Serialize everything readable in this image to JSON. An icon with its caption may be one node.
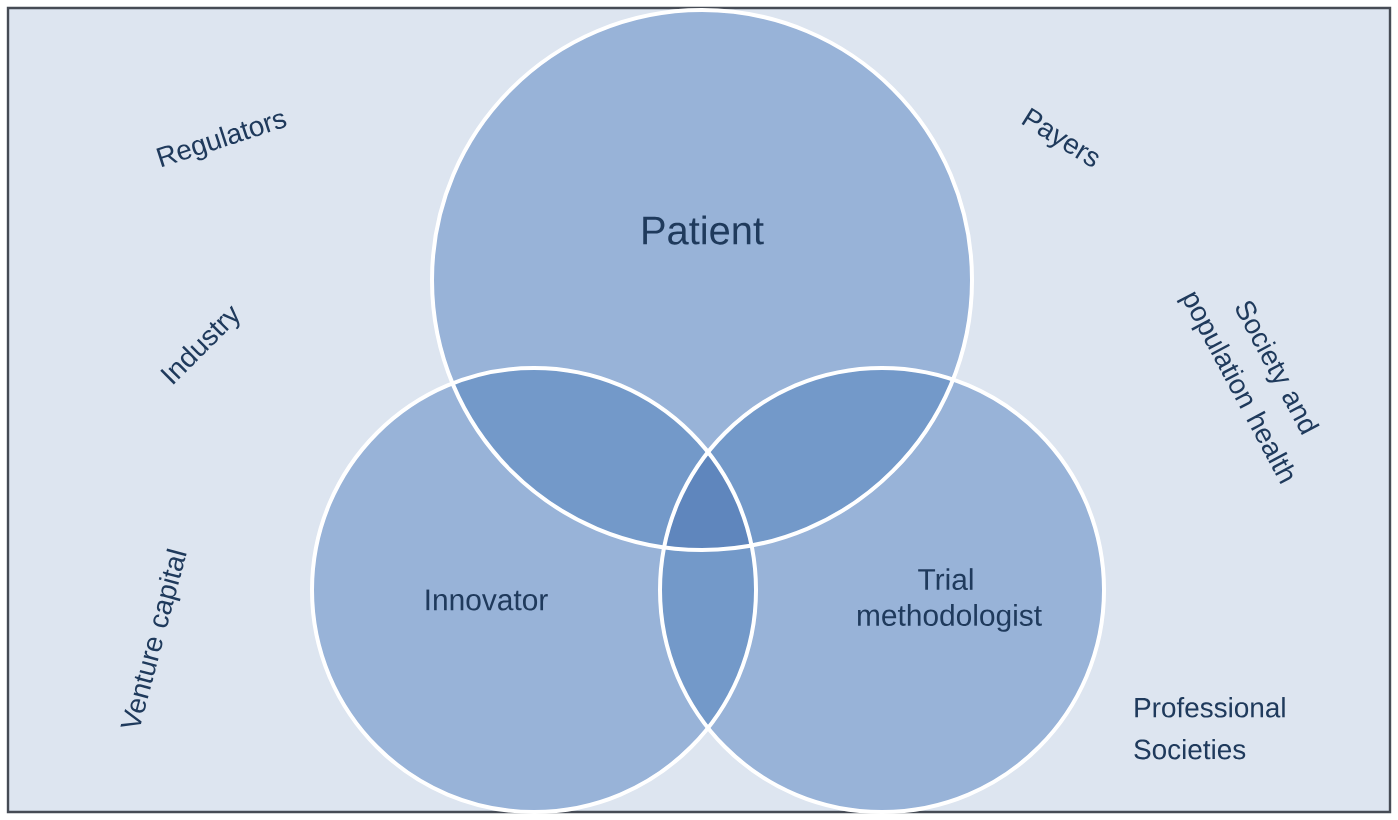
{
  "diagram": {
    "nodes": [
      {
        "text": [
          "Patient"
        ]
      },
      {
        "text": [
          "Innovator"
        ]
      },
      {
        "text": [
          "Trial methodologist"
        ]
      }
    ],
    "labels": [
      "Regulators",
      "Payers",
      "Society and population health",
      "Industry",
      "Venture capital",
      "Professional Societies"
    ]
  }
}
